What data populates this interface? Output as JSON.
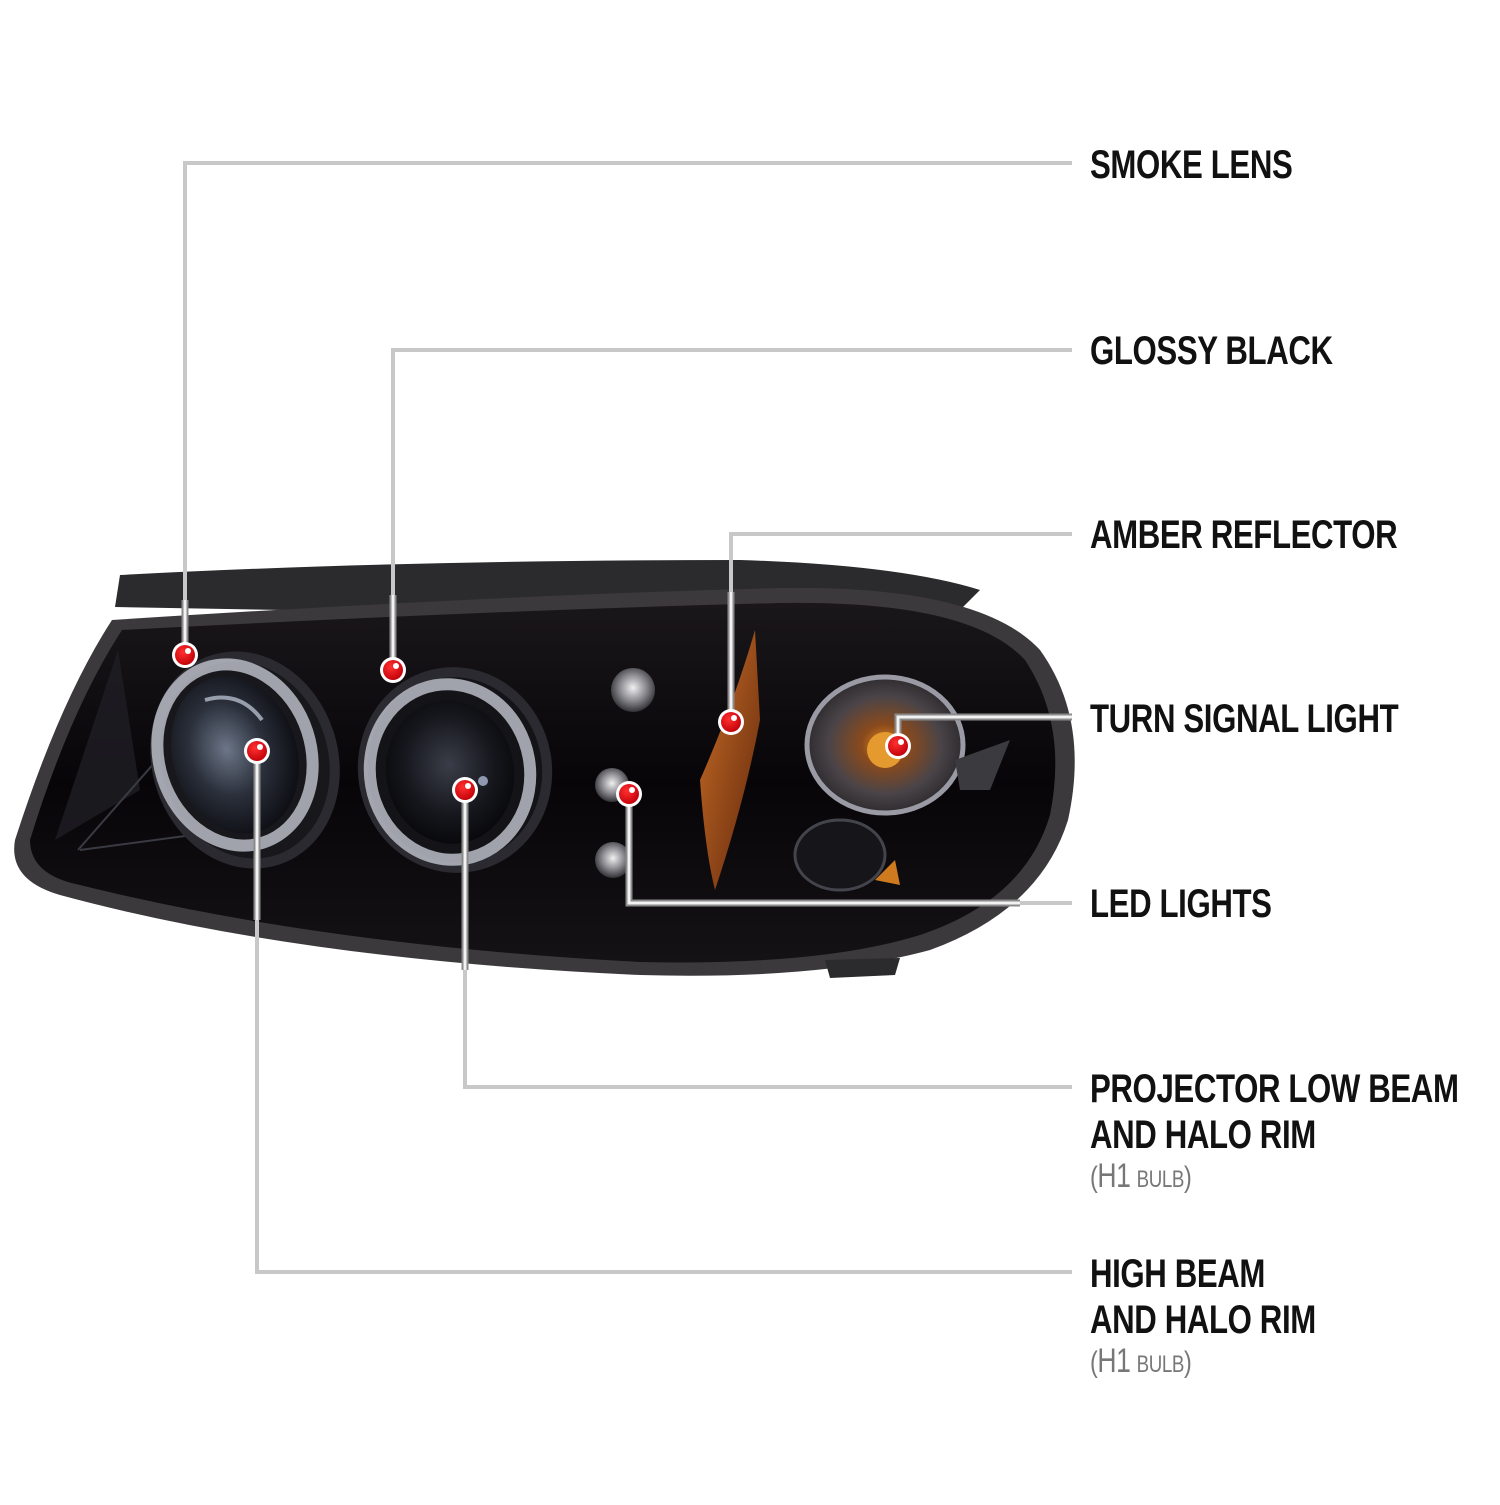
{
  "diagram": {
    "subject": "Smoked projector headlight with halo rims",
    "colors": {
      "background": "#ffffff",
      "leader_line": "#c8c8c8",
      "leader_line_on_dark": "#f2f2f2",
      "marker_dot": "#e0000a",
      "label_text": "#111111",
      "sub_label_text": "#777777",
      "housing": "#0c0a0c",
      "amber": "#c0561a"
    },
    "callouts": [
      {
        "id": "smoke-lens",
        "lines": [
          "SMOKE LENS"
        ],
        "sub": null,
        "marker": [
          185,
          655
        ]
      },
      {
        "id": "glossy-black",
        "lines": [
          "GLOSSY BLACK"
        ],
        "sub": null,
        "marker": [
          393,
          670
        ]
      },
      {
        "id": "amber-reflector",
        "lines": [
          "AMBER REFLECTOR"
        ],
        "sub": null,
        "marker": [
          731,
          722
        ]
      },
      {
        "id": "turn-signal-light",
        "lines": [
          "TURN SIGNAL LIGHT"
        ],
        "sub": null,
        "marker": [
          898,
          746
        ]
      },
      {
        "id": "led-lights",
        "lines": [
          "LED LIGHTS"
        ],
        "sub": null,
        "marker": [
          629,
          794
        ]
      },
      {
        "id": "projector-low-beam",
        "lines": [
          "PROJECTOR LOW BEAM",
          "AND HALO RIM"
        ],
        "sub": {
          "open": "(",
          "bulb": "H1",
          "word": "BULB",
          "close": ")"
        },
        "marker": [
          465,
          790
        ]
      },
      {
        "id": "high-beam",
        "lines": [
          "HIGH BEAM",
          "AND HALO RIM"
        ],
        "sub": {
          "open": "(",
          "bulb": "H1",
          "word": "BULB",
          "close": ")"
        },
        "marker": [
          257,
          751
        ]
      }
    ]
  }
}
